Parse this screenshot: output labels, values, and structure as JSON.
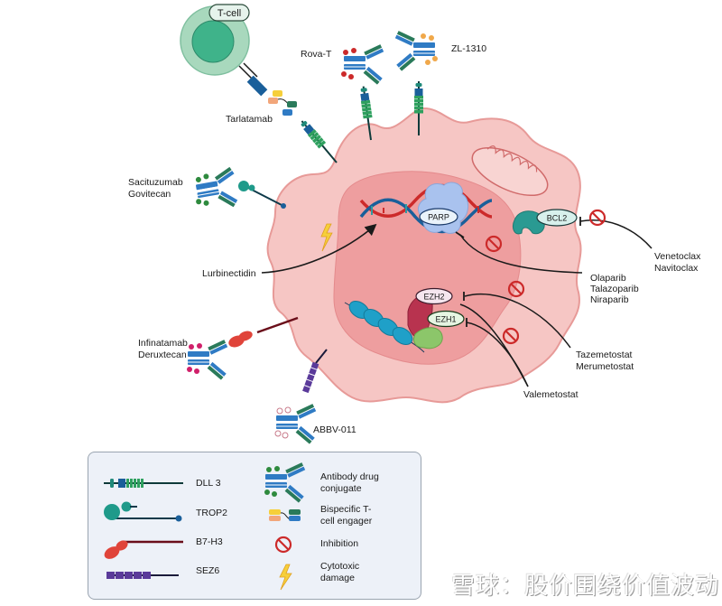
{
  "figure": {
    "cells": {
      "t_cell_label": "T-cell"
    },
    "drugs": {
      "tarlatamab": "Tarlatamab",
      "rova_t": "Rova-T",
      "zl_1310": "ZL-1310",
      "sacituzumab": [
        "Sacituzumab",
        "Govitecan"
      ],
      "lurbinectidin": "Lurbinectidin",
      "infinatamab": [
        "Infinatamab",
        "Deruxtecan"
      ],
      "abbv_011": "ABBV-011",
      "venetoclax": [
        "Venetoclax",
        "Navitoclax"
      ],
      "parp_inhibitors": [
        "Olaparib",
        "Talazoparib",
        "Niraparib"
      ],
      "ezh2_inhibitors": [
        "Tazemetostat",
        "Merumetostat"
      ],
      "valemetostat": "Valemetostat"
    },
    "targets": {
      "parp": "PARP",
      "bcl2": "BCL2",
      "ezh2": "EZH2",
      "ezh1": "EZH1"
    }
  },
  "legend": {
    "items": [
      {
        "icon": "dll3-receptor-icon",
        "label": "DLL 3"
      },
      {
        "icon": "trop2-receptor-icon",
        "label": "TROP2"
      },
      {
        "icon": "b7h3-receptor-icon",
        "label": "B7-H3"
      },
      {
        "icon": "sez6-receptor-icon",
        "label": "SEZ6"
      },
      {
        "icon": "antibody-drug-conjugate-icon",
        "label": "Antibody drug conjugate"
      },
      {
        "icon": "bispecific-engager-icon",
        "label": "Bispecific T-cell engager"
      },
      {
        "icon": "inhibition-icon",
        "label": "Inhibition"
      },
      {
        "icon": "lightning-icon",
        "label": "Cytotoxic damage"
      }
    ],
    "labels_split": {
      "adc": [
        "Antibody drug",
        "conjugate"
      ],
      "bite": [
        "Bispecific T-",
        "cell engager"
      ],
      "inhibition": "Inhibition",
      "cytotoxic": [
        "Cytotoxic",
        "damage"
      ]
    }
  },
  "watermark": "雪球：股价围绕价值波动",
  "colors": {
    "cytoplasm": "#f6c6c4",
    "cytoplasm_edge": "#e79a98",
    "nucleus": "#ee9e9f",
    "tcell_outer": "#a8d8bd",
    "tcell_inner": "#3fb38a",
    "inhibition": "#cc2a2a",
    "dll3_green": "#2e9a5a",
    "antibody_blue": "#2f7bc4"
  }
}
